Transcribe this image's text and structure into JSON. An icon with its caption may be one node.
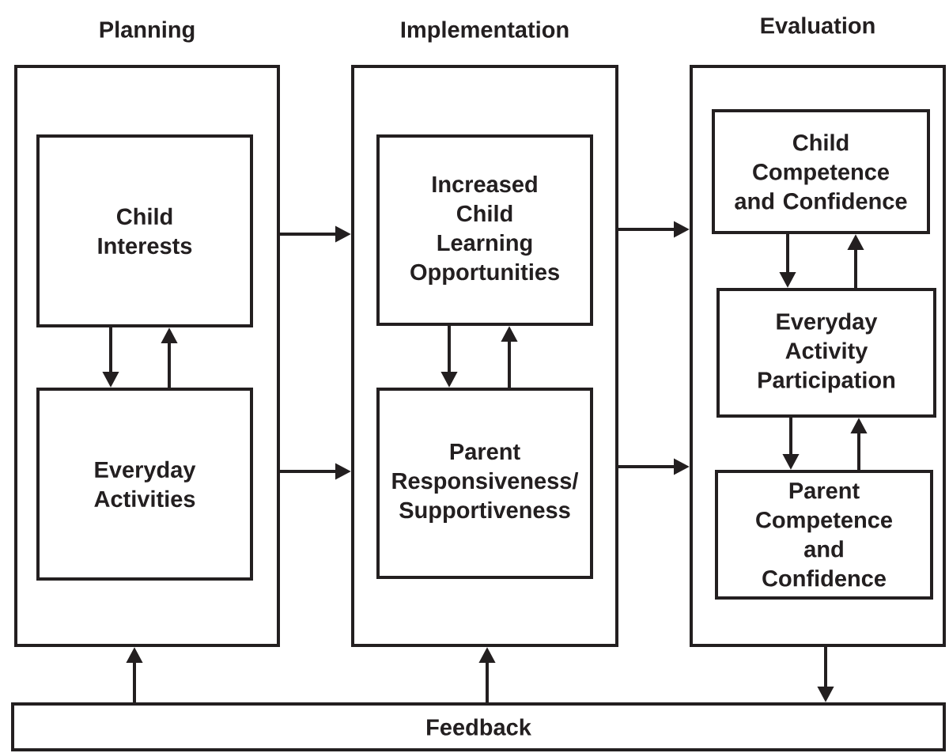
{
  "diagram": {
    "nodes": [
      {
        "text": [
          "Planning"
        ]
      },
      {
        "text": [
          "Child Interests"
        ],
        "in": 0
      },
      {
        "text": [
          "Everyday Activities"
        ],
        "in": 0
      },
      {
        "text": [
          "Implementation"
        ]
      },
      {
        "text": [
          "Increased Child Learning Opportunities"
        ],
        "in": 3
      },
      {
        "text": [
          "Parent Responsiveness/ Supportiveness"
        ],
        "in": 3
      },
      {
        "text": [
          "Evaluation"
        ]
      },
      {
        "text": [
          "Child Competence and Confidence"
        ],
        "in": 6
      },
      {
        "text": [
          "Everyday Activity Participation"
        ],
        "in": 6
      },
      {
        "text": [
          "Parent Competence and Confidence"
        ],
        "in": 6
      },
      {
        "text": [
          "Feedback"
        ]
      }
    ],
    "edges": [
      {
        "from": 1,
        "to": 2,
        "arrow": "to"
      },
      {
        "from": 2,
        "to": 1,
        "arrow": "to"
      },
      {
        "from": 0,
        "to": 3,
        "arrow": "to"
      },
      {
        "from": 0,
        "to": 3,
        "arrow": "to"
      },
      {
        "from": 4,
        "to": 5,
        "arrow": "to"
      },
      {
        "from": 5,
        "to": 4,
        "arrow": "to"
      },
      {
        "from": 3,
        "to": 6,
        "arrow": "to"
      },
      {
        "from": 3,
        "to": 6,
        "arrow": "to"
      },
      {
        "from": 7,
        "to": 8,
        "arrow": "to"
      },
      {
        "from": 8,
        "to": 7,
        "arrow": "to"
      },
      {
        "from": 8,
        "to": 9,
        "arrow": "to"
      },
      {
        "from": 9,
        "to": 8,
        "arrow": "to"
      },
      {
        "from": 10,
        "to": 0,
        "arrow": "to"
      },
      {
        "from": 10,
        "to": 3,
        "arrow": "to"
      },
      {
        "from": 6,
        "to": 10,
        "arrow": "to"
      }
    ]
  }
}
